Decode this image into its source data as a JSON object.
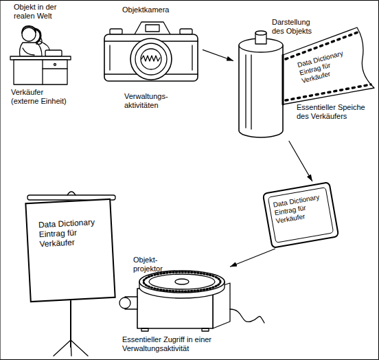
{
  "diagram": {
    "nodes": [
      {
        "text": [
          "Objekt in der realen Welt",
          "Verkäufer (externe Einheit)"
        ]
      },
      {
        "text": [
          "Objektkamera",
          "Verwaltungs- aktivitäten"
        ]
      },
      {
        "text": [
          "Darstellung des Objekts",
          "Data Dictionary Eintrag für Verkäufer",
          "Essentieller Speiche des Verkäufers"
        ]
      },
      {
        "text": [
          "Data Dictionary Eintrag für Verkäufer"
        ]
      },
      {
        "text": [
          "Data Dictionary Eintrag für Verkäufer"
        ]
      },
      {
        "text": [
          "Objekt- projektor",
          "Essentieller Zugriff in einer Verwaltungsaktivität"
        ]
      }
    ],
    "edges": [
      {
        "from": 1,
        "to": 2,
        "arrow": "to"
      },
      {
        "from": 2,
        "to": 3,
        "arrow": "to"
      },
      {
        "from": 3,
        "to": 5,
        "arrow": "to"
      }
    ]
  }
}
